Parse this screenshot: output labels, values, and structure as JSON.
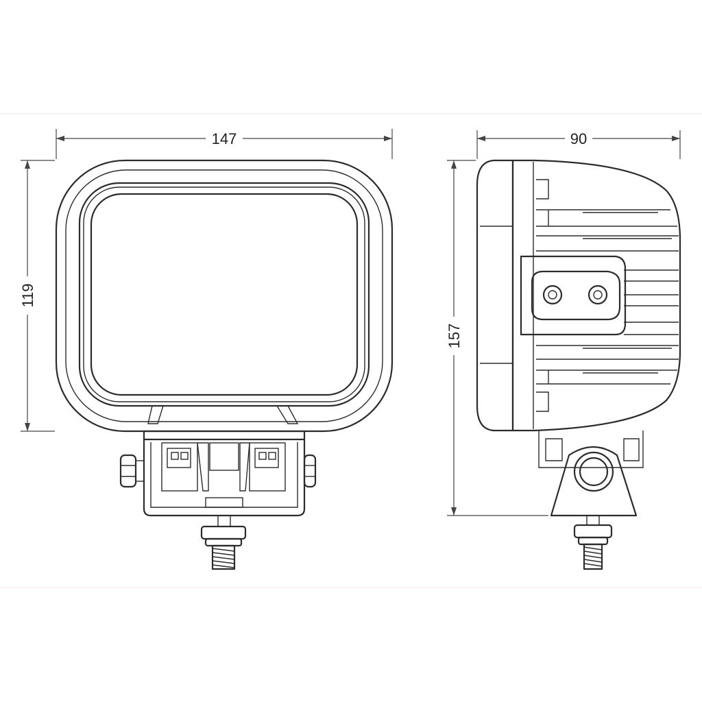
{
  "dimensions": {
    "front_width": "147",
    "front_height": "119",
    "side_depth": "90",
    "side_height": "157"
  }
}
